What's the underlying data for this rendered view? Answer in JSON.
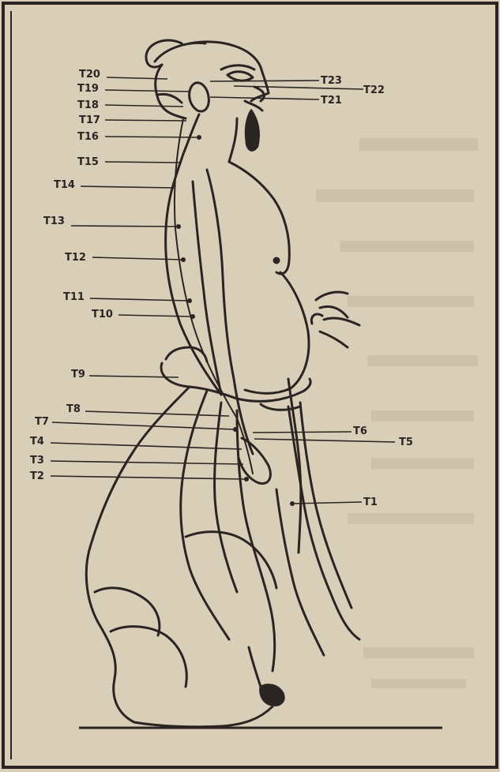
{
  "figure": {
    "points": [
      {
        "id": "T20",
        "label": "T20"
      },
      {
        "id": "T19",
        "label": "T19"
      },
      {
        "id": "T18",
        "label": "T18"
      },
      {
        "id": "T17",
        "label": "T17"
      },
      {
        "id": "T16",
        "label": "T16"
      },
      {
        "id": "T15",
        "label": "T15"
      },
      {
        "id": "T14",
        "label": "T14"
      },
      {
        "id": "T13",
        "label": "T13"
      },
      {
        "id": "T12",
        "label": "T12"
      },
      {
        "id": "T11",
        "label": "T11"
      },
      {
        "id": "T10",
        "label": "T10"
      },
      {
        "id": "T9",
        "label": "T9"
      },
      {
        "id": "T8",
        "label": "T8"
      },
      {
        "id": "T7",
        "label": "T7"
      },
      {
        "id": "T4",
        "label": "T4"
      },
      {
        "id": "T3",
        "label": "T3"
      },
      {
        "id": "T2",
        "label": "T2"
      },
      {
        "id": "T23",
        "label": "T23"
      },
      {
        "id": "T22",
        "label": "T22"
      },
      {
        "id": "T21",
        "label": "T21"
      },
      {
        "id": "T6",
        "label": "T6"
      },
      {
        "id": "T5",
        "label": "T5"
      },
      {
        "id": "T1",
        "label": "T1"
      }
    ]
  },
  "colors": {
    "paper": "#d9cfb8",
    "ink": "#2a2522",
    "ghost_text": "#c8bca4"
  }
}
